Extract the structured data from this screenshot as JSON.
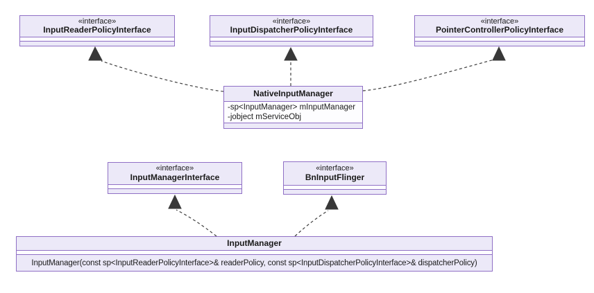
{
  "diagram": {
    "type": "uml-class-diagram",
    "background": "#ffffff",
    "colors": {
      "node_border": "#8f6fc5",
      "node_fill": "#ece9f8",
      "node_fill_alt": "#fdfdff",
      "edge_line": "#3f3f3f",
      "arrowhead": "#383838",
      "text": "#1a1a1a"
    },
    "nodes": [
      {
        "stereotype": "«interface»",
        "name": "InputReaderPolicyInterface",
        "attributes": [],
        "methods": []
      },
      {
        "stereotype": "«interface»",
        "name": "InputDispatcherPolicyInterface",
        "attributes": [],
        "methods": []
      },
      {
        "stereotype": "«interface»",
        "name": "PointerControllerPolicyInterface",
        "attributes": [],
        "methods": []
      },
      {
        "name": "NativeInputManager",
        "attributes": [
          "-sp<InputManager> mInputManager",
          "-jobject mServiceObj"
        ],
        "methods": []
      },
      {
        "stereotype": "«interface»",
        "name": "InputManagerInterface",
        "attributes": [],
        "methods": []
      },
      {
        "stereotype": "«interface»",
        "name": "BnInputFlinger",
        "attributes": [],
        "methods": []
      },
      {
        "name": "InputManager",
        "attributes": [],
        "methods": [
          "InputManager(const sp<InputReaderPolicyInterface>& readerPolicy, const sp<InputDispatcherPolicyInterface>& dispatcherPolicy)"
        ]
      }
    ],
    "edges": [
      {
        "from": "NativeInputManager",
        "to": "InputReaderPolicyInterface",
        "type": "realization",
        "line": "dashed",
        "arrow": "filled-triangle"
      },
      {
        "from": "NativeInputManager",
        "to": "InputDispatcherPolicyInterface",
        "type": "realization",
        "line": "dashed",
        "arrow": "filled-triangle"
      },
      {
        "from": "NativeInputManager",
        "to": "PointerControllerPolicyInterface",
        "type": "realization",
        "line": "dashed",
        "arrow": "filled-triangle"
      },
      {
        "from": "InputManager",
        "to": "InputManagerInterface",
        "type": "realization",
        "line": "dashed",
        "arrow": "filled-triangle"
      },
      {
        "from": "InputManager",
        "to": "BnInputFlinger",
        "type": "realization",
        "line": "dashed",
        "arrow": "filled-triangle"
      }
    ]
  }
}
